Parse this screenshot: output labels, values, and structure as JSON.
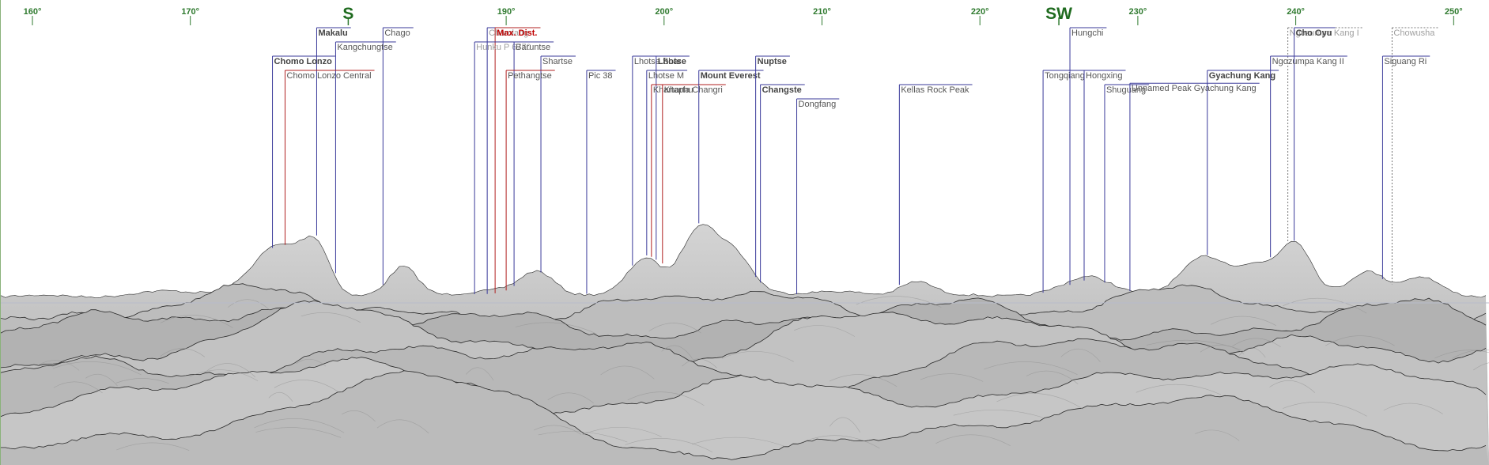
{
  "view": {
    "azimuth_start_deg": 158,
    "azimuth_end_deg": 252,
    "horizon_line_color": "#b8bccb",
    "terrain_base_color": "#c4c4c4",
    "terrain_shadow_color": "#8f8f8f",
    "ridge_line_color": "#2a2a2a"
  },
  "compass": {
    "degrees": [
      {
        "az": 160,
        "label": "160°"
      },
      {
        "az": 170,
        "label": "170°"
      },
      {
        "az": 190,
        "label": "190°"
      },
      {
        "az": 200,
        "label": "200°"
      },
      {
        "az": 210,
        "label": "210°"
      },
      {
        "az": 220,
        "label": "220°"
      },
      {
        "az": 230,
        "label": "230°"
      },
      {
        "az": 240,
        "label": "240°"
      },
      {
        "az": 250,
        "label": "250°"
      }
    ],
    "cardinals": [
      {
        "az": 180,
        "label": "S"
      },
      {
        "az": 225,
        "label": "SW"
      }
    ],
    "color": "#2f7a2f"
  },
  "peaks": [
    {
      "name": "Makalu",
      "az": 178.0,
      "level": 0,
      "style": "bold",
      "line": "blue"
    },
    {
      "name": "Chago",
      "az": 182.2,
      "level": 0,
      "style": "normal",
      "line": "blue"
    },
    {
      "name": "Kangchungtse",
      "az": 179.2,
      "level": 1,
      "style": "normal",
      "line": "blue"
    },
    {
      "name": "Chomo Lonzo",
      "az": 175.2,
      "level": 2,
      "style": "bold",
      "line": "blue"
    },
    {
      "name": "Chomo Lonzo Central",
      "az": 176.0,
      "level": 3,
      "style": "normal",
      "line": "red"
    },
    {
      "name": "Chamlang",
      "az": 188.8,
      "level": 0,
      "style": "faint",
      "line": "blue"
    },
    {
      "name": "Max. Dist.",
      "az": 189.3,
      "level": 0,
      "style": "red",
      "line": "red"
    },
    {
      "name": "Hunku P 6770",
      "az": 188.0,
      "level": 1,
      "style": "faint",
      "line": "blue"
    },
    {
      "name": "Baruntse",
      "az": 190.5,
      "level": 1,
      "style": "normal",
      "line": "blue"
    },
    {
      "name": "Shartse",
      "az": 192.2,
      "level": 2,
      "style": "normal",
      "line": "blue"
    },
    {
      "name": "Pethangtse",
      "az": 190.0,
      "level": 3,
      "style": "normal",
      "line": "red"
    },
    {
      "name": "Lhotse Shar",
      "az": 198.0,
      "level": 2,
      "style": "normal",
      "line": "blue"
    },
    {
      "name": "Lhotse",
      "az": 199.5,
      "level": 2,
      "style": "bold",
      "line": "blue"
    },
    {
      "name": "Pic 38",
      "az": 195.1,
      "level": 3,
      "style": "normal",
      "line": "blue"
    },
    {
      "name": "Lhotse M",
      "az": 198.9,
      "level": 3,
      "style": "normal",
      "line": "blue"
    },
    {
      "name": "Khartaphu",
      "az": 199.2,
      "level": 4,
      "style": "normal",
      "line": "red"
    },
    {
      "name": "Kharta Changri",
      "az": 199.9,
      "level": 4,
      "style": "normal",
      "line": "red"
    },
    {
      "name": "Mount Everest",
      "az": 202.2,
      "level": 3,
      "style": "bold",
      "line": "blue"
    },
    {
      "name": "Nuptse",
      "az": 205.8,
      "level": 2,
      "style": "bold",
      "line": "blue"
    },
    {
      "name": "Changste",
      "az": 206.1,
      "level": 4,
      "style": "bold",
      "line": "blue"
    },
    {
      "name": "Dongfang",
      "az": 208.4,
      "level": 5,
      "style": "normal",
      "line": "blue"
    },
    {
      "name": "Kellas Rock Peak",
      "az": 214.9,
      "level": 4,
      "style": "normal",
      "line": "blue"
    },
    {
      "name": "Tongqiang",
      "az": 224.0,
      "level": 3,
      "style": "normal",
      "line": "blue"
    },
    {
      "name": "Hungchi",
      "az": 225.7,
      "level": 0,
      "style": "normal",
      "line": "blue"
    },
    {
      "name": "Hongxing",
      "az": 226.6,
      "level": 3,
      "style": "normal",
      "line": "blue"
    },
    {
      "name": "Shuguang",
      "az": 227.9,
      "level": 4,
      "style": "normal",
      "line": "blue"
    },
    {
      "name": "Unnamed Peak Gyachung Kang",
      "az": 229.5,
      "level": 3.9,
      "style": "normal",
      "line": "blue"
    },
    {
      "name": "Gyachung Kang",
      "az": 234.4,
      "level": 3,
      "style": "bold",
      "line": "blue"
    },
    {
      "name": "Ngozumpa Kang I",
      "az": 239.5,
      "level": 0,
      "style": "faint",
      "line": "dotted"
    },
    {
      "name": "Cho Oyu",
      "az": 239.9,
      "level": 0,
      "style": "bold",
      "line": "blue"
    },
    {
      "name": "Ngozumpa Kang II",
      "az": 238.4,
      "level": 2,
      "style": "normal",
      "line": "blue"
    },
    {
      "name": "Chowusha",
      "az": 246.1,
      "level": 0,
      "style": "faint",
      "line": "dotted"
    },
    {
      "name": "Siguang Ri",
      "az": 245.5,
      "level": 2,
      "style": "normal",
      "line": "blue"
    }
  ]
}
